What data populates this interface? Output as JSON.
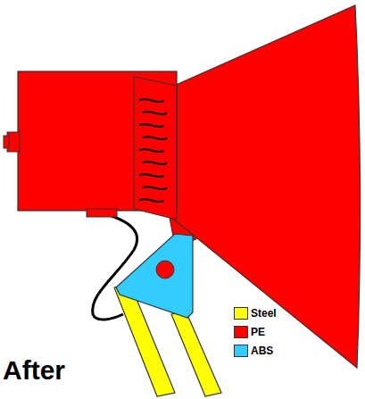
{
  "diagram": {
    "labels": [
      "After"
    ],
    "legend": [
      {
        "text": "Steel",
        "color": "#ffff00"
      },
      {
        "text": "PE",
        "color": "#ff0000"
      },
      {
        "text": "ABS",
        "color": "#33ccff"
      }
    ]
  }
}
